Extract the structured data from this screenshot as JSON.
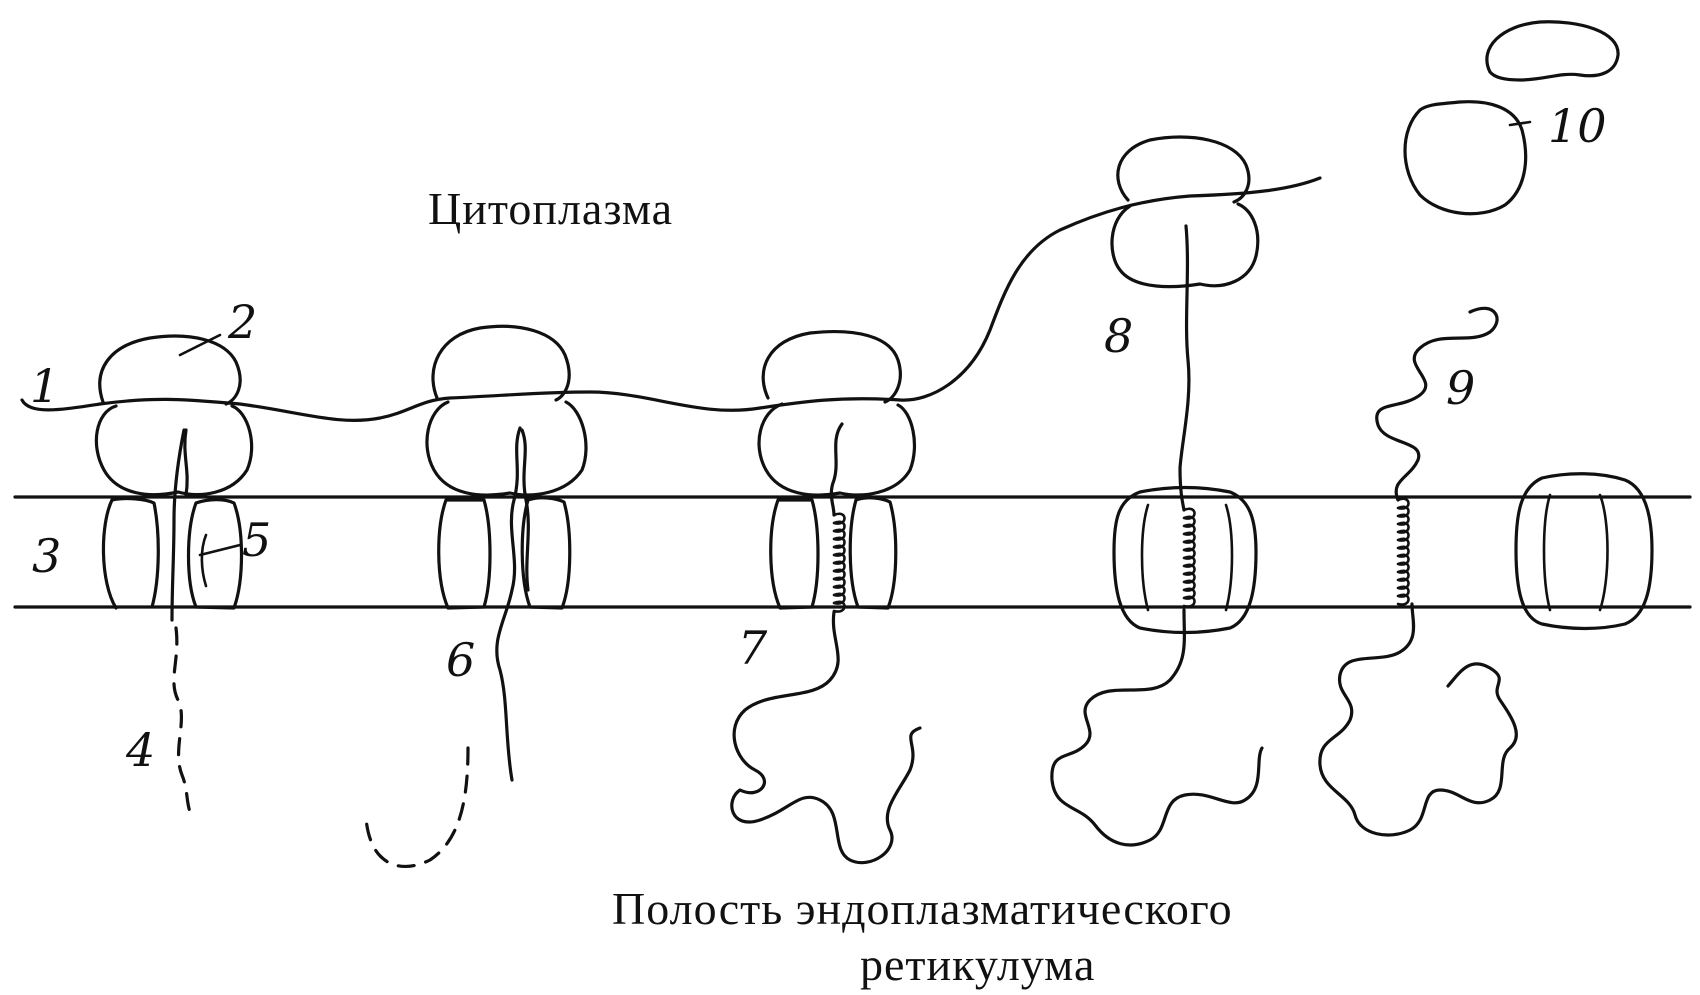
{
  "labels": {
    "cytoplasm": "Цитоплазма",
    "er_lumen_line1": "Полость эндоплазматического",
    "er_lumen_line2": "ретикулума"
  },
  "numbers": {
    "n1": "1",
    "n2": "2",
    "n3": "3",
    "n4": "4",
    "n5": "5",
    "n6": "6",
    "n7": "7",
    "n8": "8",
    "n9": "9",
    "n10": "10"
  }
}
